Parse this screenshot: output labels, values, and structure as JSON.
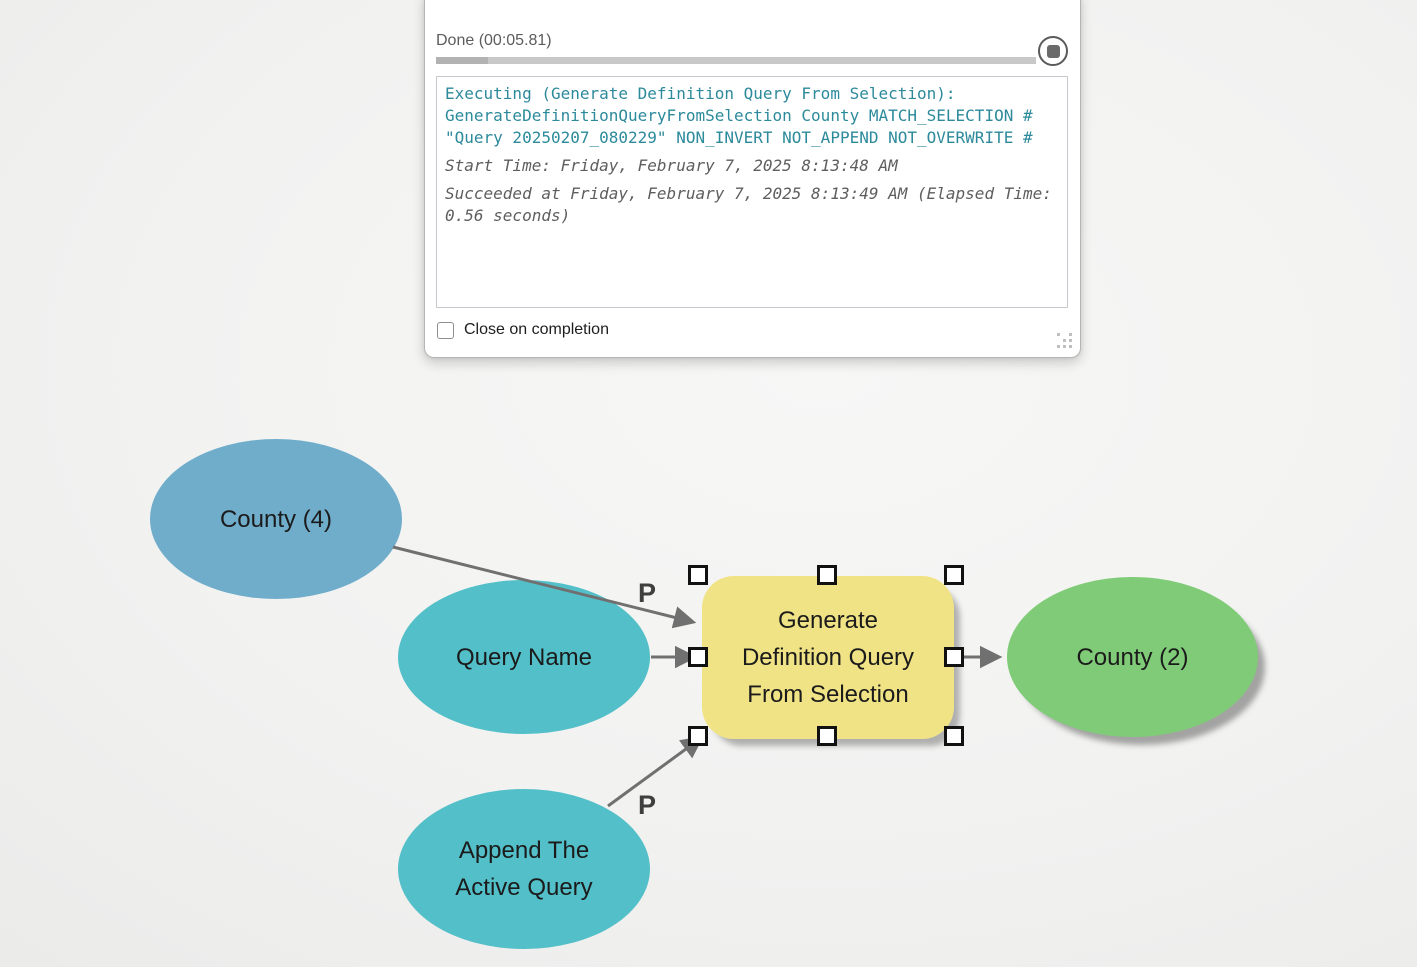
{
  "dialog": {
    "status_text": "Done (00:05.81)",
    "progress_state": "done",
    "stop_button": "stop-icon",
    "log": {
      "command_lines": [
        "Executing (Generate Definition Query From Selection):",
        "GenerateDefinitionQueryFromSelection County MATCH_SELECTION #",
        "\"Query 20250207_080229\" NON_INVERT NOT_APPEND NOT_OVERWRITE #"
      ],
      "start_time_line": "Start Time: Friday, February 7, 2025 8:13:48 AM",
      "result_lines": [
        "Succeeded at Friday, February 7, 2025 8:13:49 AM (Elapsed Time:",
        "0.56 seconds)"
      ]
    },
    "close_on_completion": {
      "label": "Close on completion",
      "checked": false
    }
  },
  "model": {
    "parameter_marker": "P",
    "nodes": {
      "county_input": {
        "label": "County (4)",
        "fill": "#6FADCB"
      },
      "query_name": {
        "label": "Query Name",
        "fill": "#53BFC9"
      },
      "append_active_query": {
        "line1": "Append The",
        "line2": "Active Query",
        "fill": "#53BFC9"
      },
      "tool": {
        "line1": "Generate",
        "line2": "Definition Query",
        "line3": "From Selection",
        "fill": "#F0E386",
        "selected": true
      },
      "county_output": {
        "label": "County (2)",
        "fill": "#7FCB77"
      }
    },
    "connection_color": "#707070"
  }
}
